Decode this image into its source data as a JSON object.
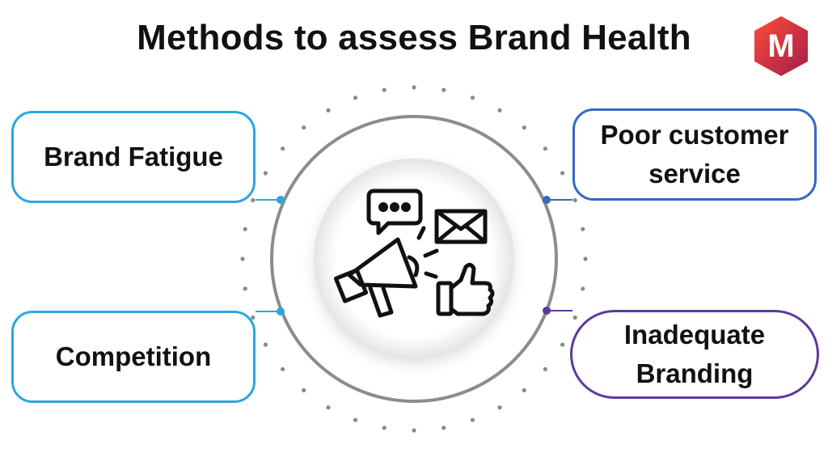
{
  "title": "Methods to assess Brand Health",
  "logo": {
    "letter": "M",
    "icon": "marketing91-logo-icon",
    "colors": [
      "#e8322f",
      "#b0204a"
    ]
  },
  "center": {
    "icon": "marketing-megaphone-icon"
  },
  "items": [
    {
      "lines": [
        "Brand Fatigue"
      ],
      "color": "#2aa6e0"
    },
    {
      "lines": [
        "Poor customer",
        "service"
      ],
      "color": "#3567c4"
    },
    {
      "lines": [
        "Competition"
      ],
      "color": "#2aa6e0"
    },
    {
      "lines": [
        "Inadequate",
        "Branding"
      ],
      "color": "#5b3a9c"
    }
  ]
}
